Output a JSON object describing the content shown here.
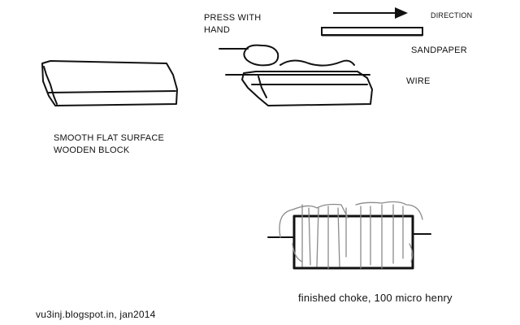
{
  "labels": {
    "press": "PRESS WITH\nHAND",
    "direction": "DIRECTION",
    "sandpaper": "SANDPAPER",
    "wire": "WIRE",
    "block": "SMOOTH FLAT SURFACE\nWOODEN BLOCK",
    "choke": "finished choke, 100 micro henry",
    "credit": "vu3inj.blogspot.in, jan2014"
  }
}
